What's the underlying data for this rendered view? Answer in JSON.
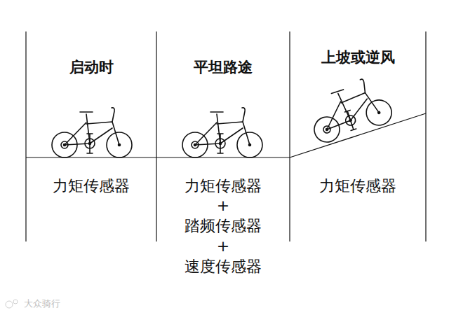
{
  "diagram": {
    "labels": [
      "启动时",
      "平坦路途",
      "上坡或逆风",
      "力矩传感器",
      "力矩传感器",
      "+",
      "踏频传感器",
      "+",
      "速度传感器",
      "力矩传感器",
      "大众骑行"
    ]
  }
}
